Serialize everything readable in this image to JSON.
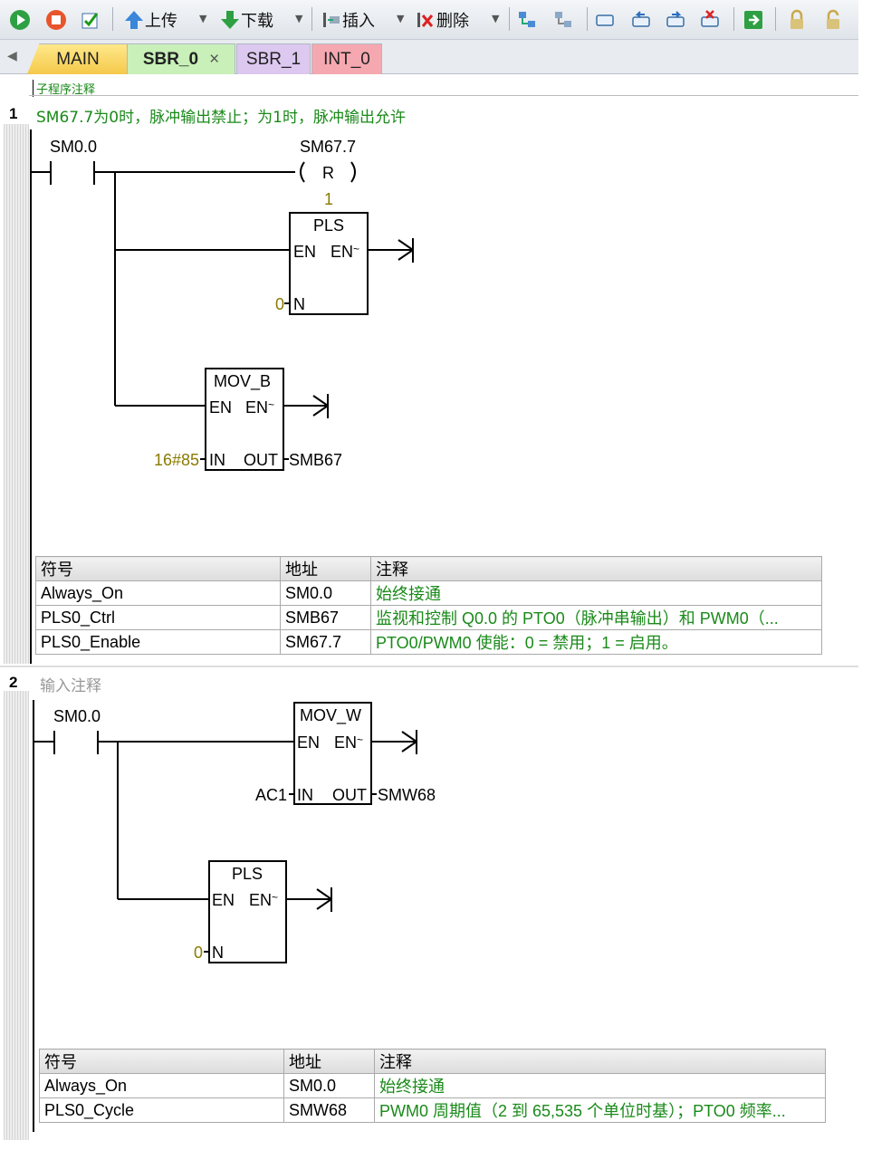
{
  "toolbar": {
    "upload_label": "上传",
    "download_label": "下载",
    "insert_label": "插入",
    "delete_label": "删除"
  },
  "tabs": [
    {
      "label": "MAIN"
    },
    {
      "label": "SBR_0"
    },
    {
      "label": "SBR_1"
    },
    {
      "label": "INT_0"
    }
  ],
  "tab_close": "×",
  "subroutine_comment": "子程序注释",
  "networks": [
    {
      "number": "1",
      "comment": "SM67.7为0时，脉冲输出禁止；为1时，脉冲输出允许",
      "contact": "SM0.0",
      "coil_address": "SM67.7",
      "coil_type": "R",
      "coil_count": "1",
      "pls": {
        "title": "PLS",
        "en": "EN",
        "eno": "EN",
        "n_label": "N",
        "n_value": "0"
      },
      "mov": {
        "title": "MOV_B",
        "en": "EN",
        "eno": "EN",
        "in_label": "IN",
        "out_label": "OUT",
        "in_value": "16#85",
        "out_value": "SMB67"
      },
      "table": {
        "headers": [
          "符号",
          "地址",
          "注释"
        ],
        "rows": [
          [
            "Always_On",
            "SM0.0",
            "始终接通"
          ],
          [
            "PLS0_Ctrl",
            "SMB67",
            "监视和控制 Q0.0 的 PTO0（脉冲串输出）和 PWM0（..."
          ],
          [
            "PLS0_Enable",
            "SM67.7",
            "PTO0/PWM0 使能：0 = 禁用；1 = 启用。"
          ]
        ]
      }
    },
    {
      "number": "2",
      "comment": "输入注释",
      "contact": "SM0.0",
      "mov": {
        "title": "MOV_W",
        "en": "EN",
        "eno": "EN",
        "in_label": "IN",
        "out_label": "OUT",
        "in_value": "AC1",
        "out_value": "SMW68"
      },
      "pls": {
        "title": "PLS",
        "en": "EN",
        "eno": "EN",
        "n_label": "N",
        "n_value": "0"
      },
      "table": {
        "headers": [
          "符号",
          "地址",
          "注释"
        ],
        "rows": [
          [
            "Always_On",
            "SM0.0",
            "始终接通"
          ],
          [
            "PLS0_Cycle",
            "SMW68",
            "PWM0 周期值（2 到 65,535 个单位时基）；PTO0 频率..."
          ]
        ]
      }
    }
  ],
  "colors": {
    "comment_green": "#1a8a1a",
    "value_olive": "#8a7a00"
  },
  "icons": [
    "run-icon",
    "stop-icon",
    "compile-icon",
    "upload-icon",
    "download-icon",
    "insert-icon",
    "delete-icon",
    "network-icon",
    "lock-icon",
    "unlock-icon"
  ]
}
